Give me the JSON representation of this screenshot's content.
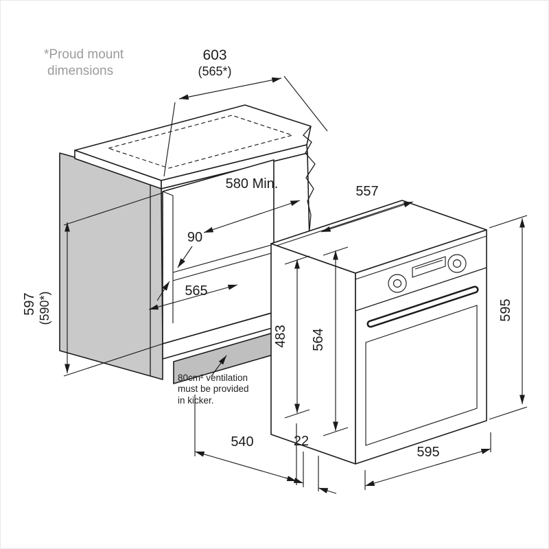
{
  "document": {
    "type": "installation-diagram",
    "subject": "Built-in oven cabinet cut-out dimensions"
  },
  "annotations": {
    "proud_mount_note": {
      "line1": "*Proud mount",
      "line2": "dimensions"
    },
    "ventilation_note": {
      "line1": "80cm² ventilation",
      "line2": "must be provided",
      "line3": "in kicker."
    }
  },
  "dimensions": {
    "cabinet_top_depth": {
      "value": "603",
      "alt": "(565*)"
    },
    "cavity_depth_min": {
      "value": "580 Min."
    },
    "oven_top_depth": {
      "value": "557"
    },
    "rear_recess": {
      "value": "90"
    },
    "cutout_width": {
      "value": "565"
    },
    "cutout_height": {
      "value": "597",
      "alt": "(590*)"
    },
    "oven_chassis_height": {
      "value": "483"
    },
    "oven_body_height": {
      "value": "564"
    },
    "oven_height": {
      "value": "595"
    },
    "base_depth": {
      "value": "540"
    },
    "door_clearance": {
      "value": "22"
    },
    "oven_width": {
      "value": "595"
    }
  },
  "colors": {
    "line": "#1b1b1b",
    "panel_fill": "#c9c9c9",
    "kicker_fill": "#bfbfbf",
    "note_gray": "#9b9b9b",
    "background": "#ffffff"
  }
}
